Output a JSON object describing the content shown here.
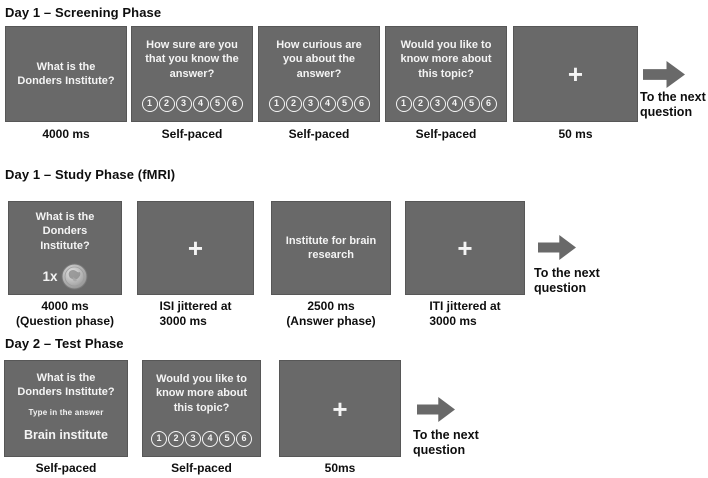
{
  "figure": {
    "colors": {
      "screen_background": "#696969",
      "screen_text": "#f4f4f4",
      "arrow": "#696969",
      "label_text": "#0e0e0e",
      "page_background": "#ffffff"
    },
    "rows": [
      {
        "title": "Day 1 – Screening Phase",
        "screens": [
          {
            "text": "What is the\nDonders Institute?",
            "caption": "4000 ms"
          },
          {
            "text": "How sure are you\nthat you know the\nanswer?",
            "scale": [
              "1",
              "2",
              "3",
              "4",
              "5",
              "6"
            ],
            "caption": "Self-paced"
          },
          {
            "text": "How curious are\nyou about the\nanswer?",
            "scale": [
              "1",
              "2",
              "3",
              "4",
              "5",
              "6"
            ],
            "caption": "Self-paced"
          },
          {
            "text": "Would you like to\nknow more about\nthis topic?",
            "scale": [
              "1",
              "2",
              "3",
              "4",
              "5",
              "6"
            ],
            "caption": "Self-paced"
          },
          {
            "text": "+",
            "caption": "50 ms"
          }
        ],
        "arrow_label": "To the next\nquestion"
      },
      {
        "title": "Day 1 – Study Phase (fMRI)",
        "screens": [
          {
            "text": "What is the\nDonders\nInstitute?",
            "reward": "1x",
            "caption": "4000 ms\n(Question phase)"
          },
          {
            "text": "+",
            "caption": "ISI jittered at\n3000 ms"
          },
          {
            "text": "Institute for brain\nresearch",
            "caption": "2500 ms\n(Answer phase)"
          },
          {
            "text": "+",
            "caption": "ITI jittered at\n3000 ms"
          }
        ],
        "arrow_label": "To the next\nquestion"
      },
      {
        "title": "Day 2 – Test Phase",
        "screens": [
          {
            "text": "What is the\nDonders Institute?",
            "prompt": "Type in the answer",
            "answer": "Brain institute",
            "caption": "Self-paced"
          },
          {
            "text": "Would you like to\nknow more about\nthis topic?",
            "scale": [
              "1",
              "2",
              "3",
              "4",
              "5",
              "6"
            ],
            "caption": "Self-paced"
          },
          {
            "text": "+",
            "caption": "50ms"
          }
        ],
        "arrow_label": "To the next\nquestion"
      }
    ]
  }
}
